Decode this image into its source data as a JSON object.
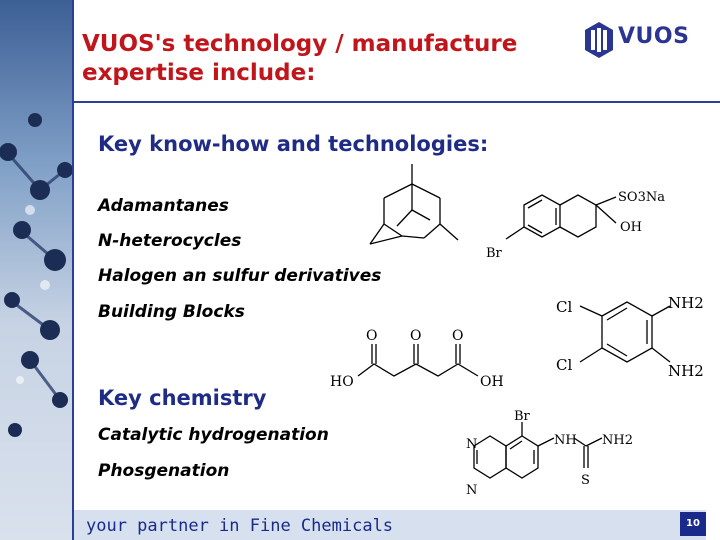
{
  "header": {
    "title": "VUOS's technology / manufacture\nexpertise include:",
    "logo_text": "VUOS"
  },
  "know_how": {
    "heading": "Key know-how and technologies:",
    "items": [
      "Adamantanes",
      "N-heterocycles",
      "Halogen an sulfur derivatives",
      "Building Blocks"
    ]
  },
  "chemistry": {
    "heading": "Key chemistry",
    "items": [
      "Catalytic hydrogenation",
      "Phosgenation"
    ]
  },
  "molecules": {
    "naphthalene": {
      "so3na": "SO3Na",
      "oh": "OH",
      "br": "Br"
    },
    "dichloro": {
      "cl_top": "Cl",
      "cl_bottom": "Cl",
      "nh2_top": "NH2",
      "nh2_bottom": "NH2"
    },
    "diacid": {
      "o1": "O",
      "o2": "O",
      "o3": "O",
      "ho": "HO",
      "oh": "OH"
    },
    "quinoxaline": {
      "br": "Br",
      "n_top": "N",
      "n_bottom": "N",
      "nh": "NH",
      "nh2": "NH2",
      "s": "S"
    }
  },
  "footer": {
    "tagline": "your partner in Fine Chemicals",
    "page_number": "10"
  },
  "colors": {
    "title_red": "#c0161b",
    "heading_blue": "#1f2c86",
    "rule_blue": "#2b3f9a",
    "footer_bg": "#d6e0ee"
  }
}
